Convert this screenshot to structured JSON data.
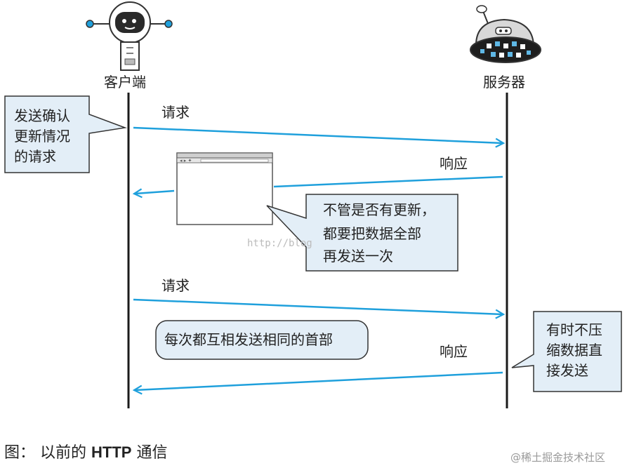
{
  "actors": {
    "client": "客户端",
    "server": "服务器"
  },
  "messages": {
    "request1": "请求",
    "response1": "响应",
    "request2": "请求",
    "response2": "响应"
  },
  "notes": {
    "left_top": [
      "发送确认",
      "更新情况",
      "的请求"
    ],
    "middle": [
      "不管是否有更新，",
      "都要把数据全部",
      "再发送一次"
    ],
    "right_bottom": [
      "有时不压",
      "缩数据直",
      "接发送"
    ],
    "pill": "每次都互相发送相同的首部"
  },
  "caption": {
    "prefix": "图：  以前的 ",
    "bold": "HTTP",
    "suffix": " 通信"
  },
  "watermark": "@稀土掘金技术社区",
  "url_watermark": "http://blog",
  "colors": {
    "arrow": "#1fa0dc",
    "note_fill": "#e3eef7",
    "line": "#1a1a1a"
  },
  "icons": {
    "client": "robot-icon",
    "server": "server-robot-icon",
    "browser": "browser-window-icon"
  }
}
